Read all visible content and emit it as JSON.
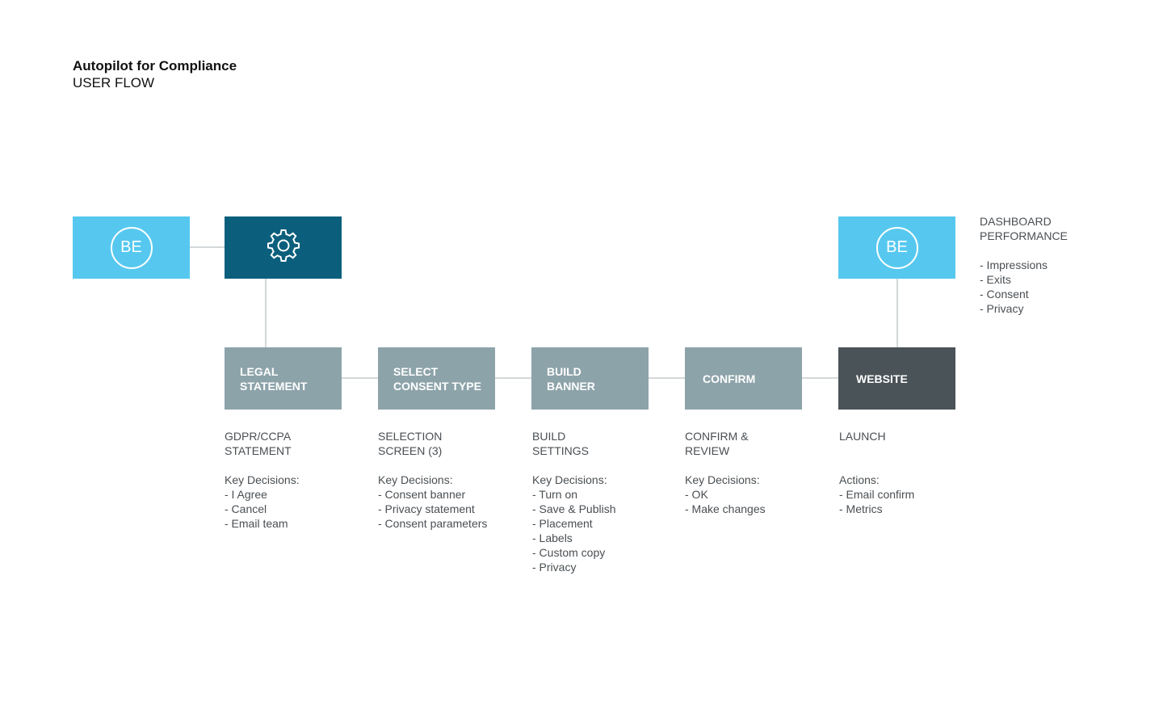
{
  "header": {
    "title": "Autopilot for Compliance",
    "subtitle": "USER FLOW"
  },
  "nodes": {
    "be_start": {
      "label": "BE"
    },
    "settings": {
      "icon": "gear-icon"
    },
    "be_end": {
      "label": "BE"
    }
  },
  "steps": [
    {
      "line1": "LEGAL",
      "line2": "STATEMENT"
    },
    {
      "line1": "SELECT",
      "line2": "CONSENT TYPE"
    },
    {
      "line1": "BUILD",
      "line2": "BANNER"
    },
    {
      "line1": "CONFIRM",
      "line2": ""
    },
    {
      "line1": "WEBSITE",
      "line2": ""
    }
  ],
  "details": [
    {
      "head1": "GDPR/CCPA",
      "head2": "STATEMENT",
      "sub": "Key Decisions:",
      "items": [
        "-  I Agree",
        "-  Cancel",
        "-  Email team"
      ]
    },
    {
      "head1": "SELECTION",
      "head2": "SCREEN (3)",
      "sub": "Key Decisions:",
      "items": [
        "-  Consent banner",
        "-  Privacy statement",
        "-  Consent parameters"
      ]
    },
    {
      "head1": "BUILD",
      "head2": "SETTINGS",
      "sub": "Key Decisions:",
      "items": [
        "-  Turn on",
        "-  Save & Publish",
        "-  Placement",
        "-  Labels",
        "-  Custom copy",
        "-  Privacy"
      ]
    },
    {
      "head1": "CONFIRM &",
      "head2": "REVIEW",
      "sub": "Key Decisions:",
      "items": [
        "-  OK",
        "-  Make changes"
      ]
    },
    {
      "head1": "LAUNCH",
      "head2": "",
      "sub": "Actions:",
      "items": [
        "-  Email confirm",
        "-  Metrics"
      ]
    }
  ],
  "dashboard": {
    "line1": "DASHBOARD",
    "line2": "PERFORMANCE",
    "items": [
      "-  Impressions",
      "-  Exits",
      "-  Consent",
      "-  Privacy"
    ]
  },
  "colors": {
    "be_blue": "#56c8ef",
    "settings_teal": "#0b5f7c",
    "step_gray": "#8da3aa",
    "website_dark": "#4a5357",
    "connector": "#d4d8da"
  }
}
